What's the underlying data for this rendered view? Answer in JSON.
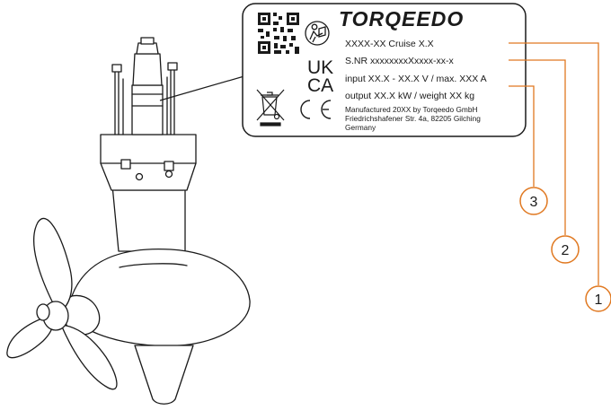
{
  "label_plate": {
    "brand": "TORQEEDO",
    "model": "XXXX-XX Cruise X.X",
    "serial": "S.NR xxxxxxxxXxxxx-xx-x",
    "input": "input XX.X - XX.X V / max. XXX A",
    "output": "output XX.X kW / weight XX kg",
    "manufacturer_line1": "Manufactured 20XX by Torqeedo GmbH",
    "manufacturer_line2": "Friedrichshafener Str. 4a, 82205 Gilching",
    "manufacturer_line3": "Germany",
    "ukca_top": "UK",
    "ukca_bottom": "CA",
    "ce_mark": "CE"
  },
  "callouts": [
    {
      "number": "1",
      "refers_to": "model"
    },
    {
      "number": "2",
      "refers_to": "serial"
    },
    {
      "number": "3",
      "refers_to": "input"
    }
  ],
  "colors": {
    "callout_line": "#e07820",
    "outline": "#1a1a1a"
  },
  "icons": [
    "qr-code-icon",
    "manual-read-icon",
    "weee-bin-icon",
    "ce-mark-icon",
    "ukca-mark-icon"
  ]
}
